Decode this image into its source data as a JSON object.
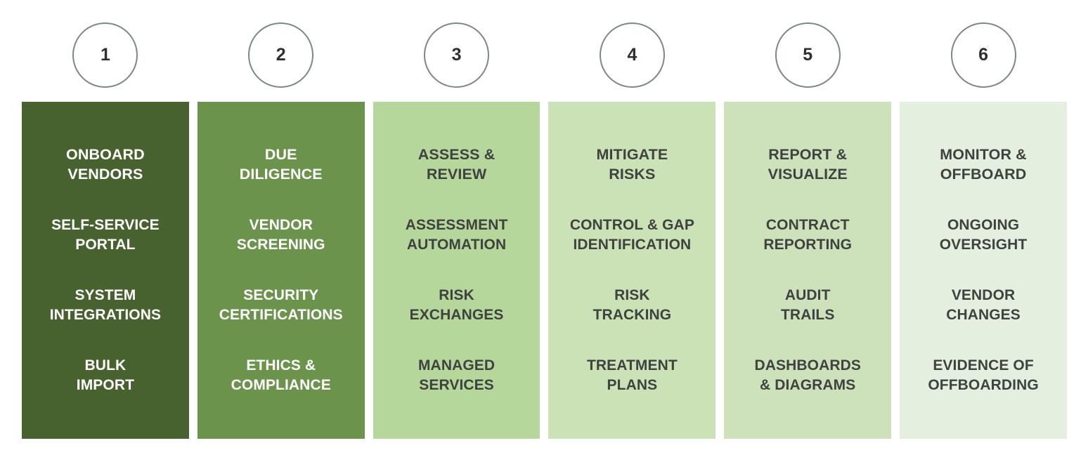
{
  "diagram": {
    "type": "process-stages",
    "background": "#ffffff",
    "columns": [
      {
        "step": "1",
        "bg": "#47622e",
        "text_color": "#ffffff",
        "lines": [
          "ONBOARD\nVENDORS",
          "SELF-SERVICE\nPORTAL",
          "SYSTEM\nINTEGRATIONS",
          "BULK\nIMPORT"
        ]
      },
      {
        "step": "2",
        "bg": "#6b934c",
        "text_color": "#ffffff",
        "lines": [
          "DUE\nDILIGENCE",
          "VENDOR\nSCREENING",
          "SECURITY\nCERTIFICATIONS",
          "ETHICS &\nCOMPLIANCE"
        ]
      },
      {
        "step": "3",
        "bg": "#b5d79b",
        "text_color": "#3f423f",
        "lines": [
          "ASSESS &\nREVIEW",
          "ASSESSMENT\nAUTOMATION",
          "RISK\nEXCHANGES",
          "MANAGED\nSERVICES"
        ]
      },
      {
        "step": "4",
        "bg": "#cbe2b6",
        "text_color": "#3f423f",
        "lines": [
          "MITIGATE\nRISKS",
          "CONTROL & GAP\nIDENTIFICATION",
          "RISK\nTRACKING",
          "TREATMENT\nPLANS"
        ]
      },
      {
        "step": "5",
        "bg": "#cde2bb",
        "text_color": "#3f423f",
        "lines": [
          "REPORT &\nVISUALIZE",
          "CONTRACT\nREPORTING",
          "AUDIT\nTRAILS",
          "DASHBOARDS\n& DIAGRAMS"
        ]
      },
      {
        "step": "6",
        "bg": "#e5efdf",
        "text_color": "#3f423f",
        "lines": [
          "MONITOR &\nOFFBOARD",
          "ONGOING\nOVERSIGHT",
          "VENDOR\nCHANGES",
          "EVIDENCE OF\nOFFBOARDING"
        ]
      }
    ],
    "badge_border_color": "#7e8780",
    "badge_number_color": "#2f2f2f"
  }
}
